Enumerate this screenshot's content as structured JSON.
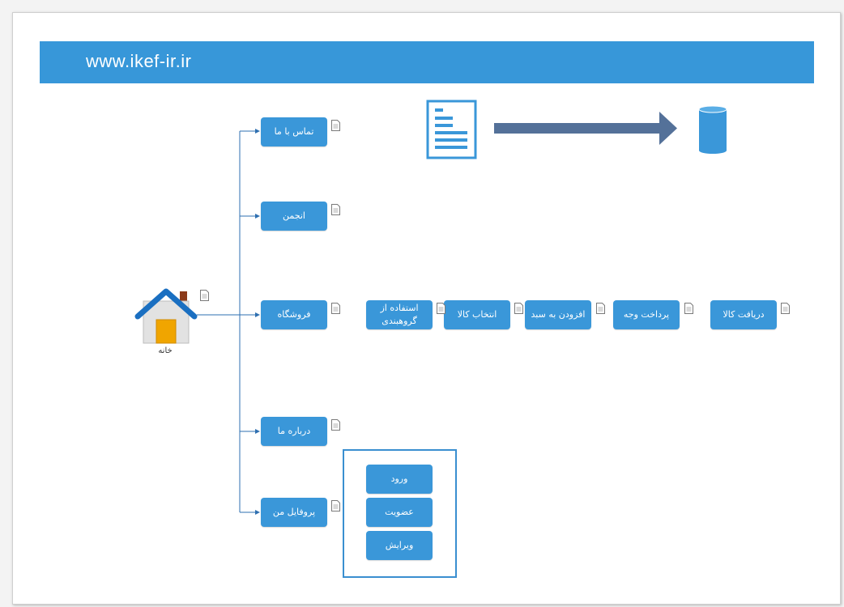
{
  "banner": {
    "title": "www.ikef-ir.ir",
    "color": "#3797d9"
  },
  "home": {
    "label": "خانه"
  },
  "menu": [
    {
      "id": "contact",
      "label": "تماس با ما"
    },
    {
      "id": "forum",
      "label": "انجمن"
    },
    {
      "id": "shop",
      "label": "فروشگاه"
    },
    {
      "id": "about",
      "label": "درباره ما"
    },
    {
      "id": "profile",
      "label": "پروفایل من"
    }
  ],
  "shop_flow": [
    {
      "id": "use-category",
      "label": "استفاده از گروهبندی"
    },
    {
      "id": "select-item",
      "label": "انتخاب کالا"
    },
    {
      "id": "add-to-cart",
      "label": "افزودن به سبد"
    },
    {
      "id": "payment",
      "label": "پرداخت وجه"
    },
    {
      "id": "receive-item",
      "label": "دریافت کالا"
    }
  ],
  "profile_actions": [
    {
      "id": "login",
      "label": "ورود"
    },
    {
      "id": "signup",
      "label": "عضویت"
    },
    {
      "id": "edit",
      "label": "ویرایش"
    }
  ],
  "legend": {
    "icons": [
      "document-icon",
      "arrow-right-icon",
      "database-icon"
    ]
  },
  "colors": {
    "node": "#3a97d9",
    "connector": "#2e6fb0",
    "arrow": "#547199",
    "icon": "#3a97d9"
  }
}
